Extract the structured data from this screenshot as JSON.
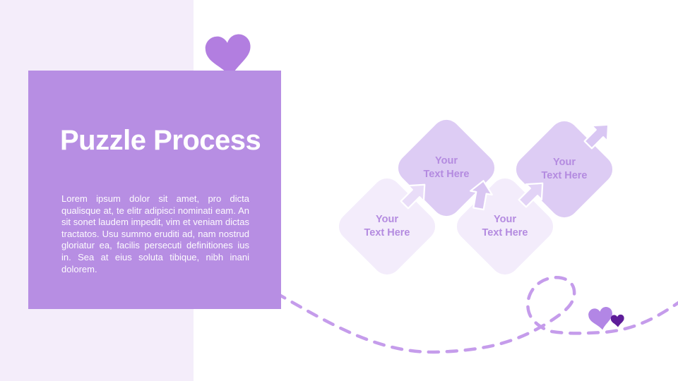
{
  "slide": {
    "title": "Puzzle Process",
    "body": "Lorem ipsum dolor sit amet, pro dicta qualisque at, te elitr adipisci nominati eam. An sit sonet laudem impedit, vim et veniam dictas tractatos. Usu summo eruditi ad, nam nostrud gloriatur ea, facilis persecuti definitiones ius in. Sea at eius soluta tibique, nibh inani dolorem.",
    "diagram_items": [
      {
        "line1": "Your",
        "line2": "Text Here",
        "tone": "light"
      },
      {
        "line1": "Your",
        "line2": "Text Here",
        "tone": "medium"
      },
      {
        "line1": "Your",
        "line2": "Text Here",
        "tone": "light"
      },
      {
        "line1": "Your",
        "line2": "Text Here",
        "tone": "medium"
      }
    ],
    "colors": {
      "accent_card": "#b78ee3",
      "left_panel": "#f4edfa",
      "diamond_light": "#f3ecfb",
      "diamond_medium": "#ddccf4",
      "diamond_text": "#b48be0",
      "dashed_line": "#c59ceb",
      "heart_purple": "#b286e5",
      "heart_dark": "#5e1d99",
      "title_text": "#ffffff"
    }
  }
}
